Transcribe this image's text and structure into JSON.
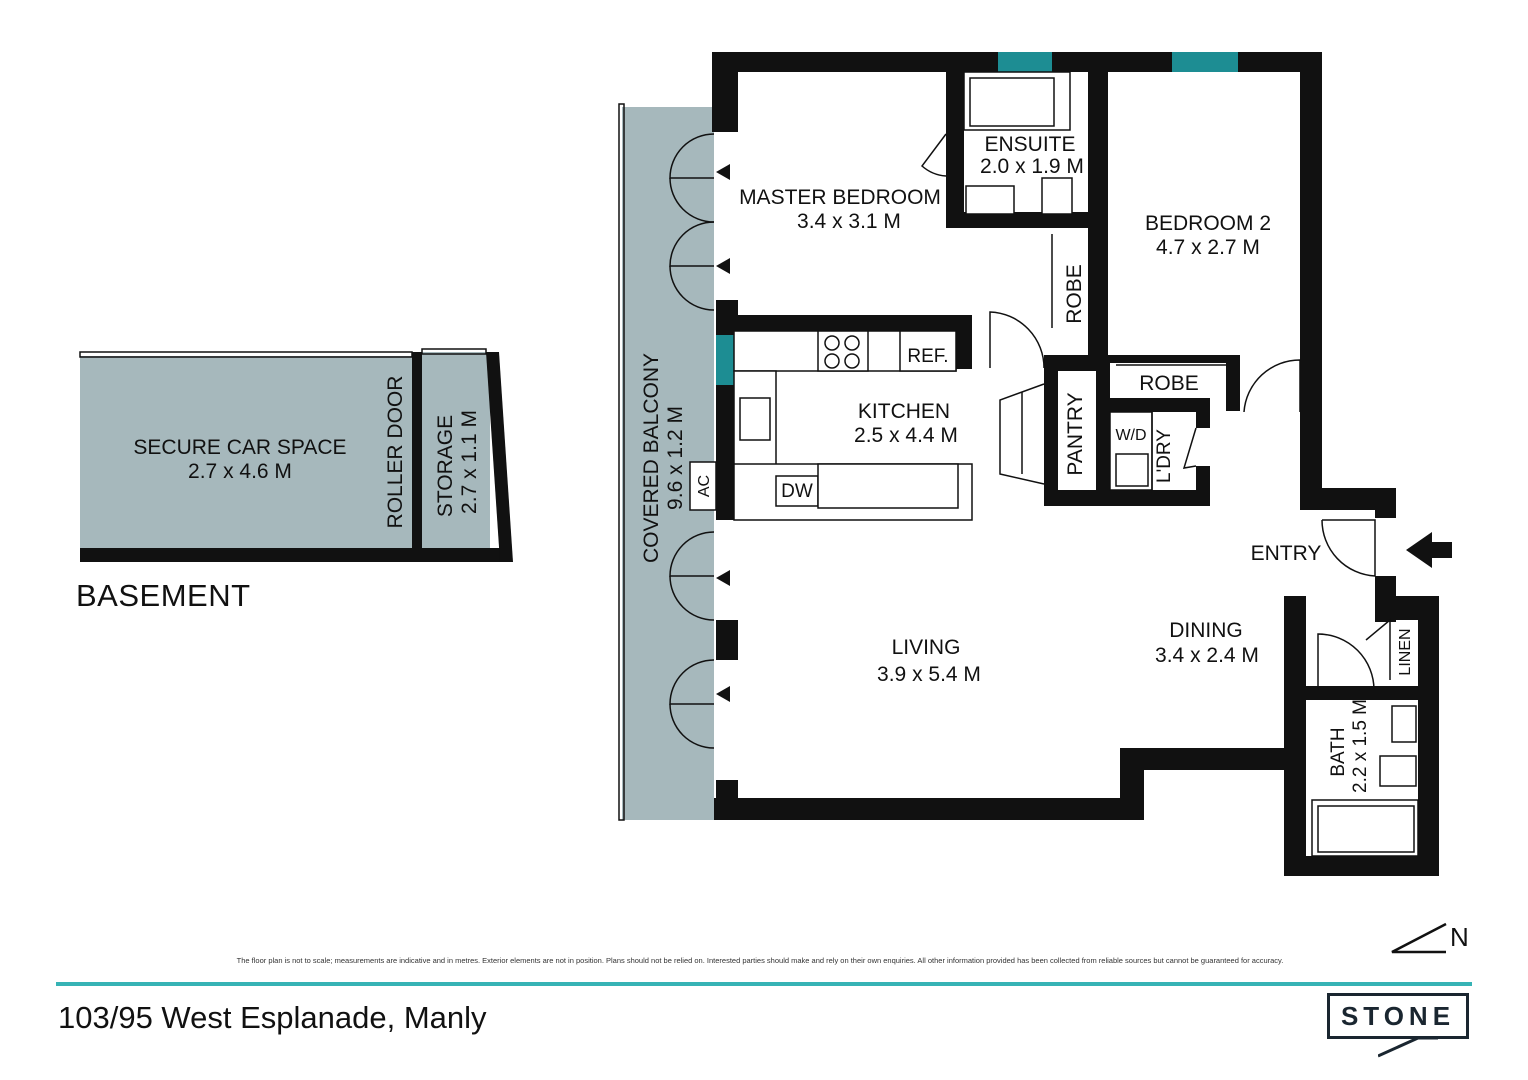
{
  "address": "103/95 West Esplanade, Manly",
  "basement_label": "BASEMENT",
  "disclaimer": "The floor plan is not to scale; measurements are indicative and in metres. Exterior elements are not in position. Plans should not be relied on. Interested parties should make and rely on their own enquiries. All other information provided has been collected from reliable sources but cannot be guaranteed for accuracy.",
  "logo_text": "STONE",
  "north_label": "N",
  "colors": {
    "accent": "#36b3b5",
    "balcony": "#a6b8bc",
    "wall": "#111111",
    "window": "#1d8d93"
  },
  "rooms": {
    "car_space": {
      "name": "SECURE CAR SPACE",
      "size": "2.7 x 4.6 M"
    },
    "roller_door": {
      "name": "ROLLER DOOR"
    },
    "storage": {
      "name": "STORAGE",
      "size": "2.7 x 1.1 M"
    },
    "balcony": {
      "name": "COVERED BALCONY",
      "size": "9.6 x 1.2 M"
    },
    "ac": {
      "name": "AC"
    },
    "master": {
      "name": "MASTER BEDROOM",
      "size": "3.4 x 3.1 M"
    },
    "ensuite": {
      "name": "ENSUITE",
      "size": "2.0 x 1.9 M"
    },
    "bedroom2": {
      "name": "BEDROOM 2",
      "size": "4.7 x 2.7 M"
    },
    "robe1": {
      "name": "ROBE"
    },
    "robe2": {
      "name": "ROBE"
    },
    "ref": {
      "name": "REF."
    },
    "kitchen": {
      "name": "KITCHEN",
      "size": "2.5 x 4.4 M"
    },
    "dw": {
      "name": "DW"
    },
    "pantry": {
      "name": "PANTRY"
    },
    "wd": {
      "name": "W/D"
    },
    "laundry": {
      "name": "L'DRY"
    },
    "entry": {
      "name": "ENTRY"
    },
    "living": {
      "name": "LIVING",
      "size": "3.9 x 5.4 M"
    },
    "dining": {
      "name": "DINING",
      "size": "3.4 x 2.4 M"
    },
    "linen": {
      "name": "LINEN"
    },
    "bath": {
      "name": "BATH",
      "size": "2.2 x 1.5 M"
    }
  }
}
